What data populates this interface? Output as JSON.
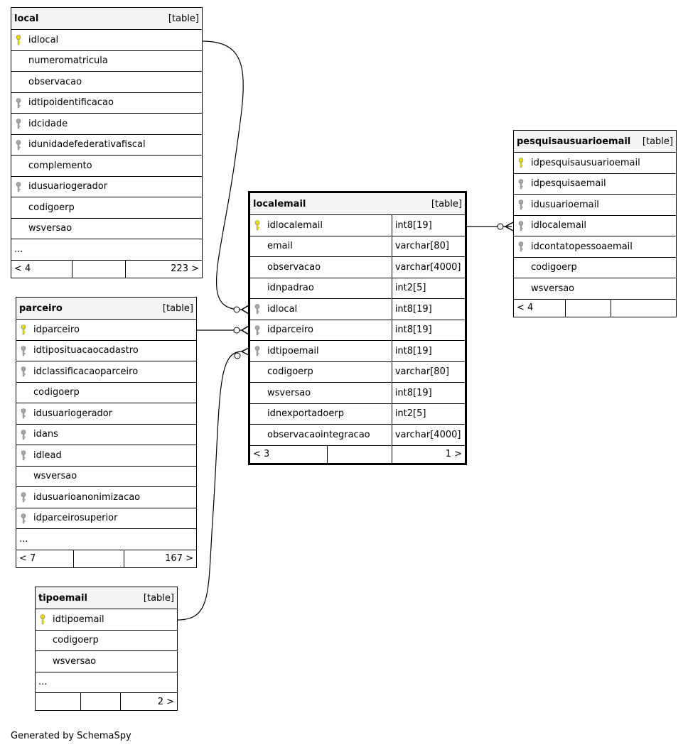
{
  "tables": {
    "local": {
      "name": "local",
      "tag": "[table]",
      "columns": [
        {
          "name": "idlocal",
          "key": "pk"
        },
        {
          "name": "numeromatricula",
          "key": ""
        },
        {
          "name": "observacao",
          "key": ""
        },
        {
          "name": "idtipoidentificacao",
          "key": "fk"
        },
        {
          "name": "idcidade",
          "key": "fk"
        },
        {
          "name": "idunidadefederativafiscal",
          "key": "fk"
        },
        {
          "name": "complemento",
          "key": ""
        },
        {
          "name": "idusuariogerador",
          "key": "fk"
        },
        {
          "name": "codigoerp",
          "key": ""
        },
        {
          "name": "wsversao",
          "key": ""
        }
      ],
      "more": "...",
      "footer": [
        "< 4",
        "",
        "223 >"
      ]
    },
    "parceiro": {
      "name": "parceiro",
      "tag": "[table]",
      "columns": [
        {
          "name": "idparceiro",
          "key": "pk"
        },
        {
          "name": "idtiposituacaocadastro",
          "key": "fk"
        },
        {
          "name": "idclassificacaoparceiro",
          "key": "fk"
        },
        {
          "name": "codigoerp",
          "key": ""
        },
        {
          "name": "idusuariogerador",
          "key": "fk"
        },
        {
          "name": "idans",
          "key": "fk"
        },
        {
          "name": "idlead",
          "key": "fk"
        },
        {
          "name": "wsversao",
          "key": ""
        },
        {
          "name": "idusuarioanonimizacao",
          "key": "fk"
        },
        {
          "name": "idparceirosuperior",
          "key": "fk"
        }
      ],
      "more": "...",
      "footer": [
        "< 7",
        "",
        "167 >"
      ]
    },
    "tipoemail": {
      "name": "tipoemail",
      "tag": "[table]",
      "columns": [
        {
          "name": "idtipoemail",
          "key": "pk"
        },
        {
          "name": "codigoerp",
          "key": ""
        },
        {
          "name": "wsversao",
          "key": ""
        }
      ],
      "more": "...",
      "footer": [
        "",
        "",
        "2 >"
      ]
    },
    "localemail": {
      "name": "localemail",
      "tag": "[table]",
      "columns": [
        {
          "name": "idlocalemail",
          "type": "int8[19]",
          "key": "pk"
        },
        {
          "name": "email",
          "type": "varchar[80]",
          "key": ""
        },
        {
          "name": "observacao",
          "type": "varchar[4000]",
          "key": ""
        },
        {
          "name": "idnpadrao",
          "type": "int2[5]",
          "key": ""
        },
        {
          "name": "idlocal",
          "type": "int8[19]",
          "key": "fk"
        },
        {
          "name": "idparceiro",
          "type": "int8[19]",
          "key": "fk"
        },
        {
          "name": "idtipoemail",
          "type": "int8[19]",
          "key": "fk"
        },
        {
          "name": "codigoerp",
          "type": "varchar[80]",
          "key": ""
        },
        {
          "name": "wsversao",
          "type": "int8[19]",
          "key": ""
        },
        {
          "name": "idnexportadoerp",
          "type": "int2[5]",
          "key": ""
        },
        {
          "name": "observacaointegracao",
          "type": "varchar[4000]",
          "key": ""
        }
      ],
      "footer": [
        "< 3",
        "",
        "1 >"
      ]
    },
    "pesquisausuarioemail": {
      "name": "pesquisausuarioemail",
      "tag": "[table]",
      "columns": [
        {
          "name": "idpesquisausuarioemail",
          "key": "pk"
        },
        {
          "name": "idpesquisaemail",
          "key": "fk"
        },
        {
          "name": "idusuarioemail",
          "key": "fk"
        },
        {
          "name": "idlocalemail",
          "key": "fk"
        },
        {
          "name": "idcontatopessoaemail",
          "key": "fk"
        },
        {
          "name": "codigoerp",
          "key": ""
        },
        {
          "name": "wsversao",
          "key": ""
        }
      ],
      "footer": [
        "< 4",
        "",
        ""
      ]
    }
  },
  "colors": {
    "pk_key": "#e8e000",
    "fk_key": "#a8a8a8",
    "header_bg": "#f4f4f4"
  },
  "credit": "Generated by SchemaSpy"
}
